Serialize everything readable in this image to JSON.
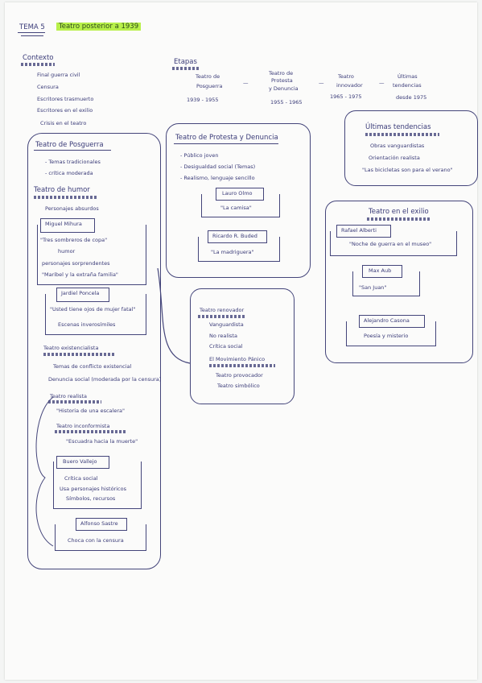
{
  "header": {
    "tema": "TEMA 5",
    "title": "Teatro posterior a 1939"
  },
  "contexto": {
    "heading": "Contexto",
    "items": [
      "Final guerra civil",
      "Censura",
      "Escritores trasmuerto",
      "Escritores en el exilio",
      "Crisis en el teatro"
    ]
  },
  "etapas": {
    "heading": "Etapas",
    "items": [
      {
        "name_lines": [
          "Teatro de",
          "Posguerra"
        ],
        "dates": "1939 - 1955"
      },
      {
        "name_lines": [
          "Teatro de",
          "Protesta",
          "y Denuncia"
        ],
        "dates": "1955 - 1965"
      },
      {
        "name_lines": [
          "Teatro",
          "innovador"
        ],
        "dates": "1965 - 1975"
      },
      {
        "name_lines": [
          "Últimas",
          "tendencias"
        ],
        "dates": "desde 1975"
      }
    ],
    "separator": "—"
  },
  "posguerra": {
    "heading": "Teatro de Posguerra",
    "items": [
      "- Temas tradicionales",
      "- crítica moderada"
    ],
    "humor": {
      "heading": "Teatro de humor",
      "desc": "Personajes absurdos",
      "mihura": {
        "author": "Miguel Mihura",
        "work": "\"Tres sombreros de copa\"",
        "humor": "humor",
        "note": "personajes sorprendentes",
        "work2": "\"Maribel y la extraña familia\""
      },
      "poncela": {
        "author": "Jardiel Poncela",
        "work": "\"Usted tiene ojos de mujer fatal\"",
        "note": "Escenas inverosímiles"
      }
    },
    "existencial": {
      "heading": "Teatro existencialista",
      "items": [
        "Temas de conflicto existencial",
        "Denuncia social (moderada por la censura)"
      ]
    },
    "realista": {
      "heading": "Teatro realista",
      "work": "\"Historia de una escalera\""
    },
    "inconformista": {
      "heading": "Teatro inconformista",
      "work": "\"Escuadra hacia la muerte\""
    },
    "vallejo": {
      "author": "Buero Vallejo",
      "items": [
        "Crítica social",
        "Usa personajes históricos",
        "Símbolos, recursos"
      ]
    },
    "sastre": {
      "author": "Alfonso Sastre",
      "desc": "Choca con la censura"
    }
  },
  "protesta": {
    "heading": "Teatro de Protesta y Denuncia",
    "items": [
      "- Público joven",
      "- Desigualdad social (Temas)",
      "- Realismo, lenguaje sencillo"
    ],
    "olmo": {
      "author": "Lauro Olmo",
      "work": "\"La camisa\""
    },
    "gala": {
      "author": "Ricardo R. Buded",
      "work": "\"La madriguera\""
    }
  },
  "innovador": {
    "heading": "Teatro renovador",
    "items": [
      "Vanguardista",
      "No realista",
      "Crítica social"
    ],
    "panico": {
      "heading": "El Movimiento Pánico",
      "items": [
        "Teatro provocador",
        "Teatro simbólico"
      ]
    }
  },
  "ultimas": {
    "heading": "Últimas tendencias",
    "items": [
      "Obras vanguardistas",
      "Orientación realista",
      "\"Las bicicletas son para el verano\""
    ]
  },
  "exilio": {
    "heading": "Teatro en el exilio",
    "alberti": {
      "author": "Rafael Alberti",
      "work": "\"Noche de guerra en el museo\""
    },
    "aub": {
      "author": "Max Aub",
      "work": "\"San Juan\""
    },
    "casona": {
      "author": "Alejandro Casona",
      "desc": "Poesía y misterio"
    }
  }
}
